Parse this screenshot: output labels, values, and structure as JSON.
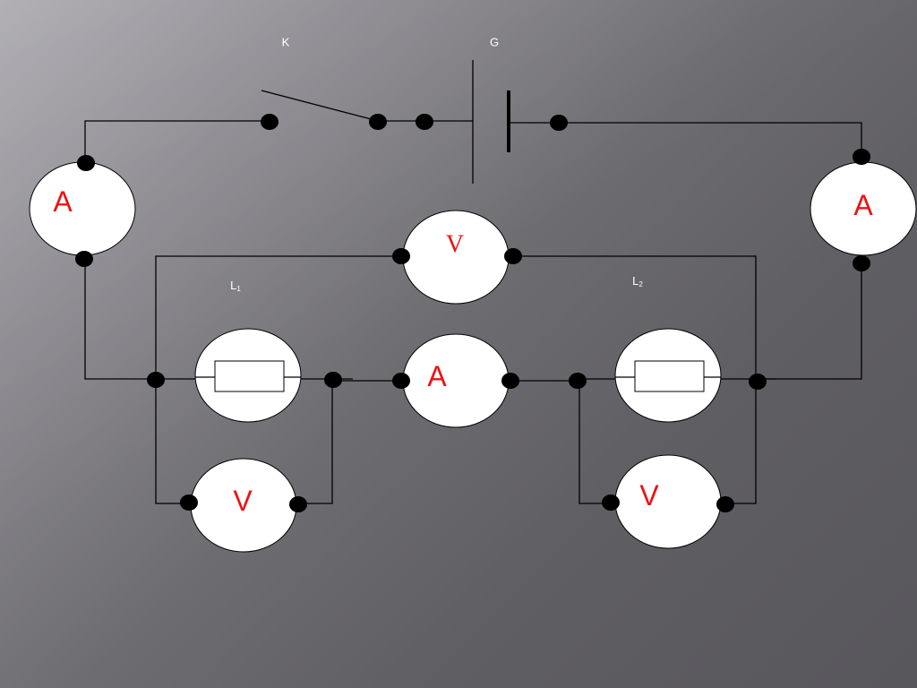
{
  "labels": {
    "switch": "K",
    "battery": "G",
    "lamp1": {
      "letter": "L",
      "sub": "1"
    },
    "lamp2": {
      "letter": "L",
      "sub": "2"
    }
  },
  "meters": {
    "ammeter_left": "A",
    "ammeter_right": "A",
    "ammeter_middle": "A",
    "voltmeter_top": "V",
    "voltmeter_left": "V",
    "voltmeter_right": "V"
  },
  "colors": {
    "meter_symbol": "#ee1111",
    "wire": "#000000",
    "label": "#ffffff"
  }
}
